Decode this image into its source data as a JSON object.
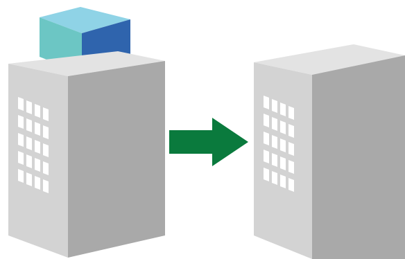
{
  "diagram": {
    "description_free": true,
    "nodes": [
      {
        "id": "building-before",
        "icon": "office-building-icon",
        "has_box_on_roof": true
      },
      {
        "id": "building-after",
        "icon": "office-building-icon",
        "has_box_on_roof": false
      }
    ],
    "edges": [
      {
        "from": "building-before",
        "to": "building-after",
        "icon": "right-arrow-icon"
      }
    ],
    "colors": {
      "building_front": "#d3d3d3",
      "building_side": "#a9a9a9",
      "building_top": "#e3e3e3",
      "window": "#ffffff",
      "box_top": "#8fd3e6",
      "box_front": "#6cc6c4",
      "box_side": "#2f64ad",
      "arrow": "#0a7a3d"
    }
  }
}
